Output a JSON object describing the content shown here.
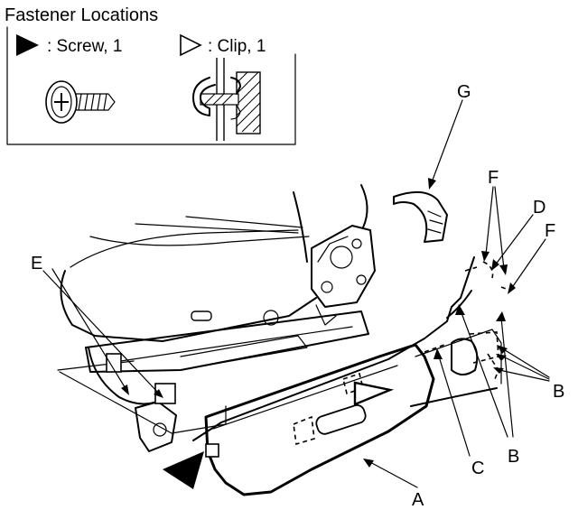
{
  "legend": {
    "title": "Fastener Locations",
    "screw_label": ": Screw, 1",
    "clip_label": ": Clip, 1"
  },
  "callouts": {
    "A": "A",
    "B1": "B",
    "B2": "B",
    "C": "C",
    "D": "D",
    "E": "E",
    "F1": "F",
    "F2": "F",
    "G": "G"
  },
  "icons": {
    "screw_marker": "filled-triangle-icon",
    "clip_marker": "outline-triangle-icon"
  }
}
